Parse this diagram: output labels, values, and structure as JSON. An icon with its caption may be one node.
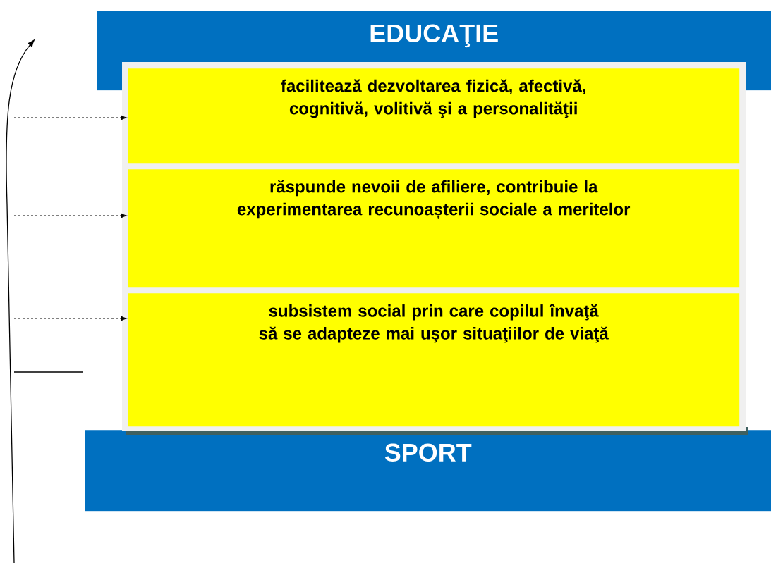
{
  "diagram": {
    "nodes": [
      {
        "text": [
          "EDUCAŢIE"
        ]
      },
      {
        "text": [
          "facilitează dezvoltarea fizică, afectivă, cognitivă, volitivă şi a personalităţii"
        ]
      },
      {
        "text": [
          "răspunde nevoii de afiliere, contribuie la experimentarea recunoașterii sociale a meritelor"
        ]
      },
      {
        "text": [
          "subsistem social prin care copilul învaţă să se adapteze mai uşor situaţiilor de viaţă"
        ]
      },
      {
        "text": [
          "SPORT"
        ]
      }
    ],
    "edges": [
      {
        "from": null,
        "to": 1,
        "arrow": "to",
        "style": "dashed"
      },
      {
        "from": null,
        "to": 2,
        "arrow": "to",
        "style": "dashed"
      },
      {
        "from": null,
        "to": 3,
        "arrow": "to",
        "style": "dashed"
      }
    ]
  }
}
